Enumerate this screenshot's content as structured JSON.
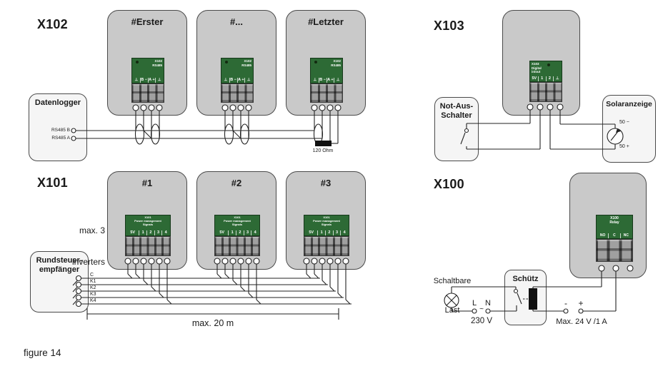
{
  "figure_caption": "figure 14",
  "colors": {
    "inverter_fill": "#c9c9c9",
    "pcb_green": "#2d6a35",
    "small_box_fill": "#f5f5f5",
    "wire": "#222222",
    "resistor_black": "#111111"
  },
  "sections": {
    "x102": {
      "label": "X102",
      "inverters": [
        {
          "title": "#Erster"
        },
        {
          "title": "#..."
        },
        {
          "title": "#Letzter"
        }
      ],
      "module": {
        "line1": "X102",
        "line2": "RS485",
        "terminals": [
          "⊥",
          "B −",
          "A +",
          "⊥"
        ]
      },
      "datenlogger": {
        "title": "Datenlogger",
        "terminals": [
          "RS485 B",
          "RS485 A"
        ]
      },
      "resistor_label": "120 Ohm"
    },
    "x103": {
      "label": "X103",
      "module": {
        "line1": "X103",
        "line2": "Digital",
        "line3": "in/out",
        "terminals": [
          "5V",
          "1",
          "2",
          "⊥"
        ]
      },
      "not_aus_schalter": {
        "line1": "Not-Aus-",
        "line2": "Schalter"
      },
      "solaranzeige": {
        "title": "Solaranzeige",
        "top_terminal": "50 −",
        "bottom_terminal": "50 +"
      }
    },
    "x101": {
      "label": "X101",
      "note": {
        "line1": "max. 3",
        "line2": "inverters"
      },
      "inverters": [
        {
          "title": "#1"
        },
        {
          "title": "#2"
        },
        {
          "title": "#3"
        }
      ],
      "module": {
        "line1": "X101",
        "line2": "Power management",
        "line3": "Signals",
        "terminals": [
          "5V",
          "1",
          "2",
          "3",
          "4"
        ]
      },
      "rundsteuerempfaenger": {
        "line1": "Rundsteuer-",
        "line2": "empfänger",
        "terminals": [
          "C",
          "K1",
          "K2",
          "K3",
          "K4"
        ]
      },
      "dimension_label": "max. 20 m"
    },
    "x100": {
      "label": "X100",
      "module": {
        "line1": "X100",
        "line2": "Relay",
        "terminals": [
          "NO",
          "C",
          "NC"
        ]
      },
      "schaltbare_last": {
        "line1": "Schaltbare",
        "line2": "Last"
      },
      "schuetz": {
        "title": "Schütz"
      },
      "mains": {
        "l_label": "L",
        "n_label": "N",
        "ac_symbol": "~",
        "voltage": "230 V"
      },
      "dc": {
        "minus_label": "-",
        "plus_label": "+",
        "rating": "Max. 24 V /1 A"
      }
    }
  }
}
